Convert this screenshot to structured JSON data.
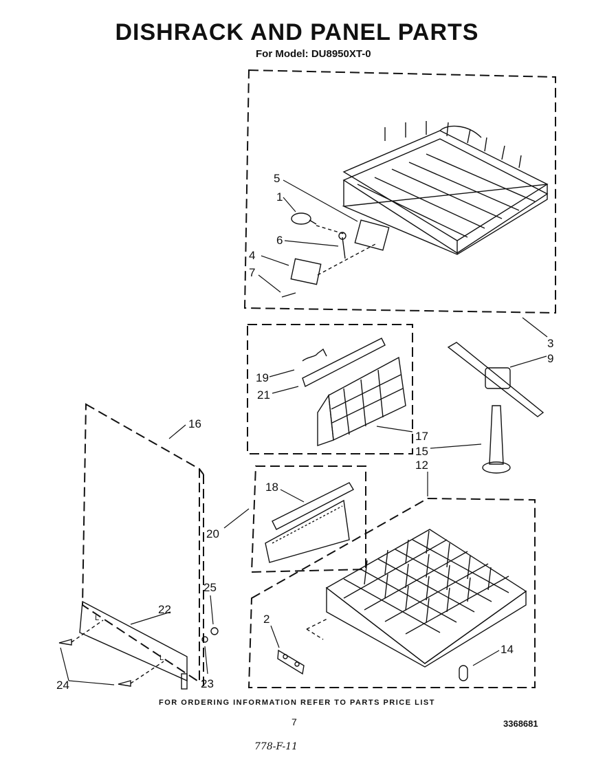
{
  "header": {
    "title": "DISHRACK AND PANEL PARTS",
    "model_line": "For Model: DU8950XT-0"
  },
  "callouts": [
    "1",
    "2",
    "3",
    "4",
    "5",
    "6",
    "7",
    "9",
    "12",
    "14",
    "15",
    "16",
    "17",
    "18",
    "19",
    "20",
    "21",
    "22",
    "23",
    "24",
    "25"
  ],
  "footer": {
    "note": "FOR ORDERING INFORMATION REFER TO PARTS PRICE LIST",
    "page_number": "7",
    "document_number": "3368681",
    "handwritten": "778-F-11"
  }
}
